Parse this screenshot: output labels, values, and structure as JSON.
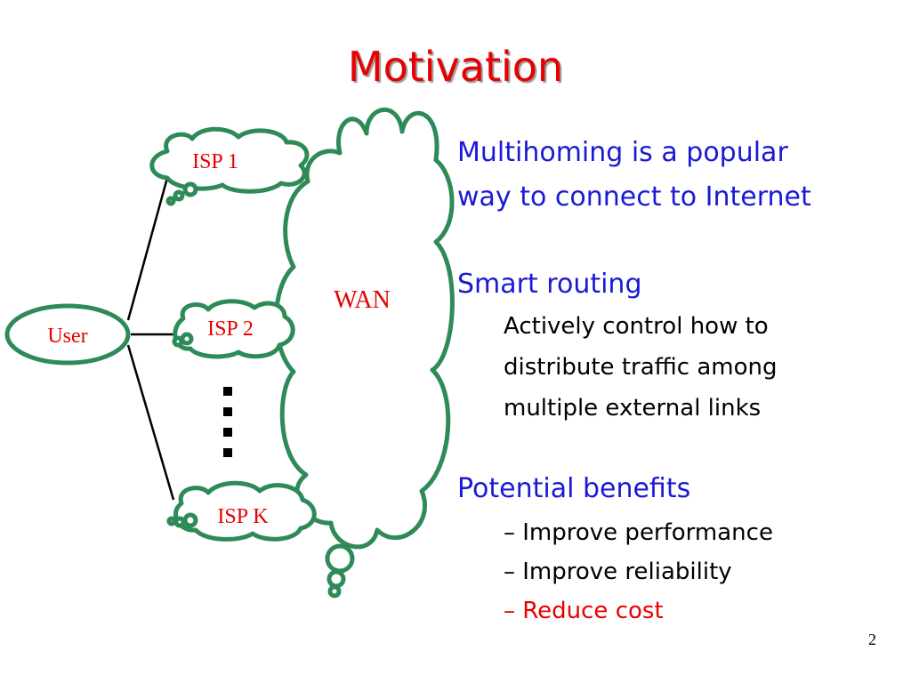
{
  "slide": {
    "title": "Motivation",
    "page_number": "2"
  },
  "diagram": {
    "user_label": "User",
    "isp1_label": "ISP 1",
    "isp2_label": "ISP 2",
    "ispk_label": "ISP K",
    "wan_label": "WAN"
  },
  "bullets": {
    "multihoming_line1": "Multihoming is a popular",
    "multihoming_line2": "way to connect to Internet",
    "smart_routing": "Smart routing",
    "smart_routing_sub_line1": "Actively control how to",
    "smart_routing_sub_line2": "distribute traffic among",
    "smart_routing_sub_line3": "multiple external links",
    "potential_benefits": "Potential benefits",
    "benefit_1": "– Improve performance",
    "benefit_2": "– Improve reliability",
    "benefit_3": "– Reduce cost"
  },
  "colors": {
    "title": "#e60000",
    "bullet_blue": "#1a1ad6",
    "cloud_green": "#2e8b57",
    "highlight_red": "#e60000"
  }
}
